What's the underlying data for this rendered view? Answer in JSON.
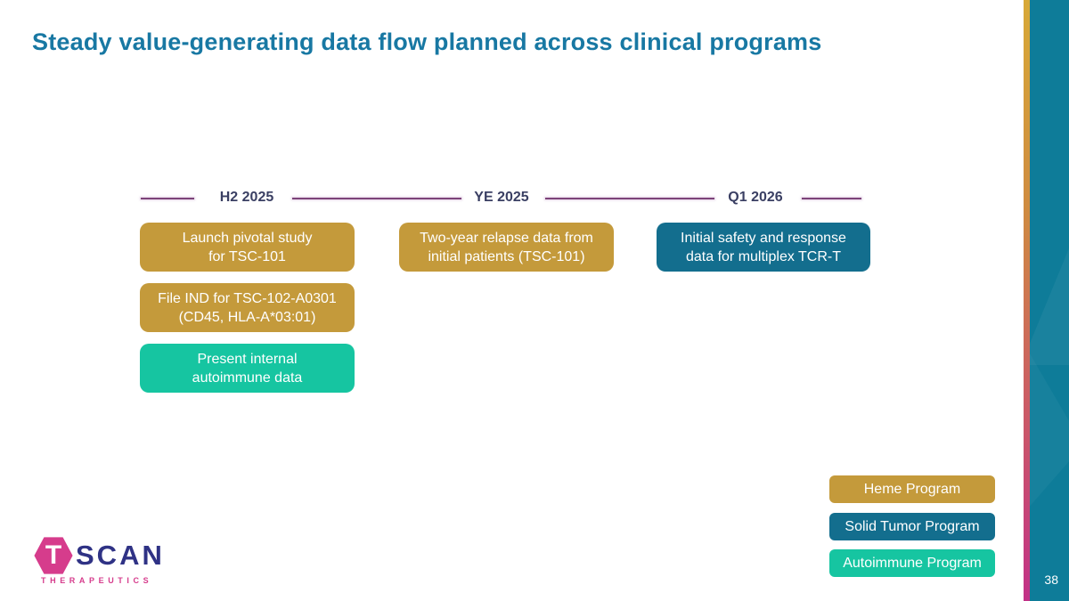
{
  "slide": {
    "title": "Steady value-generating data flow planned across clinical programs",
    "page_number": "38"
  },
  "colors": {
    "heme": "#C49A3B",
    "solid_tumor": "#136E8E",
    "autoimmune": "#16C5A1",
    "title_accent": "#1878A3",
    "timeline_line": "#7C4379",
    "sidebar_teal": "#0E7C99",
    "logo_pink": "#D63C8C",
    "logo_navy": "#2F3285"
  },
  "timeline": {
    "milestones": [
      {
        "label": "H2 2025"
      },
      {
        "label": "YE 2025"
      },
      {
        "label": "Q1 2026"
      }
    ]
  },
  "columns": [
    {
      "milestone": "H2 2025",
      "boxes": [
        {
          "text": "Launch pivotal study\nfor TSC-101",
          "program": "heme"
        },
        {
          "text": "File IND for TSC-102-A0301\n(CD45, HLA-A*03:01)",
          "program": "heme"
        },
        {
          "text": "Present internal\nautoimmune data",
          "program": "autoimmune"
        }
      ]
    },
    {
      "milestone": "YE 2025",
      "boxes": [
        {
          "text": "Two-year relapse data from\ninitial patients (TSC-101)",
          "program": "heme"
        }
      ]
    },
    {
      "milestone": "Q1 2026",
      "boxes": [
        {
          "text": "Initial safety and response\ndata for multiplex TCR-T",
          "program": "solid_tumor"
        }
      ]
    }
  ],
  "legend": [
    {
      "label": "Heme Program",
      "program": "heme"
    },
    {
      "label": "Solid Tumor Program",
      "program": "solid_tumor"
    },
    {
      "label": "Autoimmune Program",
      "program": "autoimmune"
    }
  ],
  "logo": {
    "hex_letter": "T",
    "name": "SCAN",
    "subtitle": "THERAPEUTICS"
  }
}
